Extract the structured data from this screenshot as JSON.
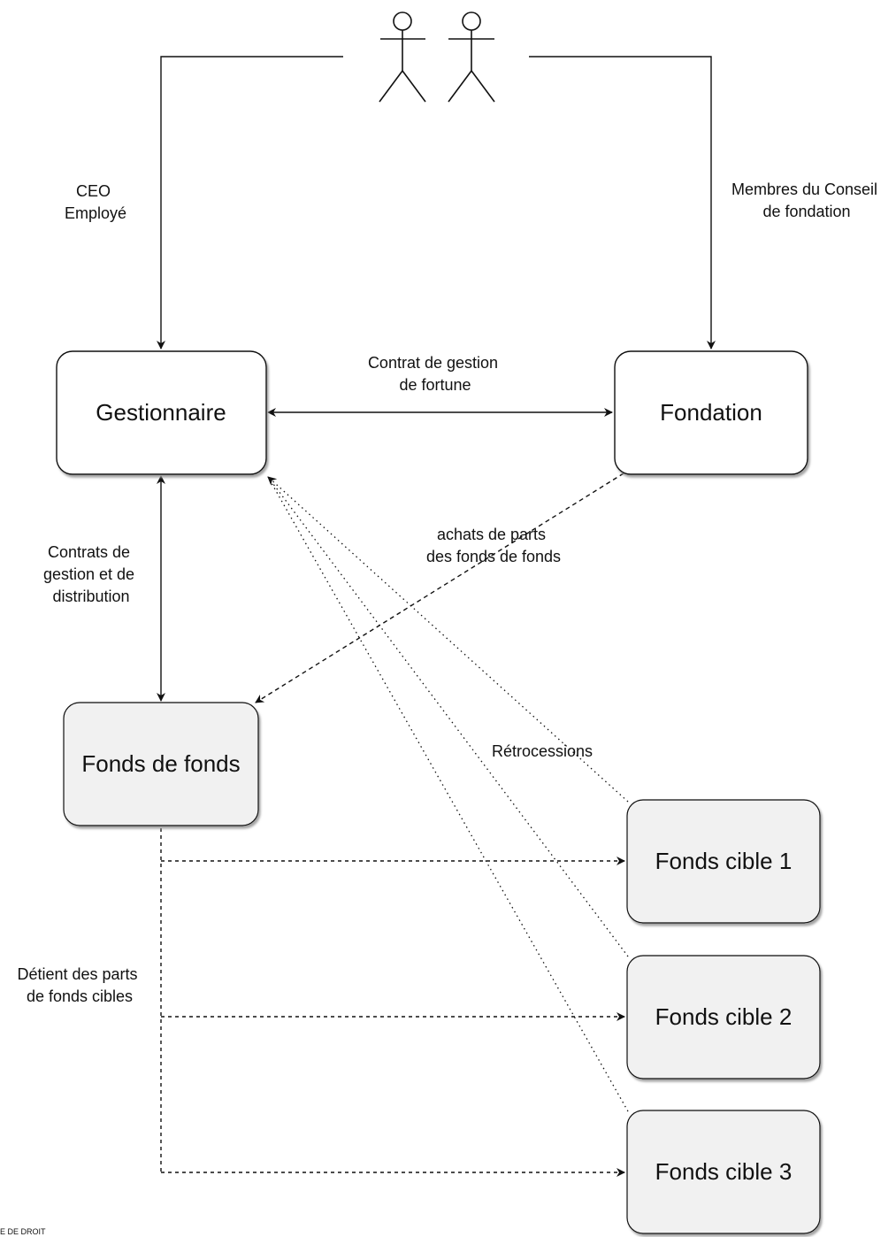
{
  "actors": [
    {
      "name": "actor-1",
      "label": ""
    },
    {
      "name": "actor-2",
      "label": ""
    }
  ],
  "nodes": {
    "gestionnaire": "Gestionnaire",
    "fondation": "Fondation",
    "fonds_de_fonds": "Fonds de fonds",
    "fonds_cible_1": "Fonds cible 1",
    "fonds_cible_2": "Fonds cible 2",
    "fonds_cible_3": "Fonds cible 3"
  },
  "edge_labels": {
    "ceo_employe": [
      "CEO",
      "Employé"
    ],
    "membres_conseil": [
      "Membres du Conseil",
      "de fondation"
    ],
    "contrat_gestion_fortune": [
      "Contrat de gestion",
      "de fortune"
    ],
    "contrats_gestion_distribution": [
      "Contrats de",
      "gestion et de",
      "distribution"
    ],
    "achats_parts": [
      "achats de parts",
      "des fonds de fonds"
    ],
    "retrocessions": "Rétrocessions",
    "detient_parts": [
      "Détient des parts",
      "de fonds cibles"
    ]
  },
  "footer_fragment": "E DE DROIT",
  "colors": {
    "node_fill_top": "#ffffff",
    "node_fill_bottom": "#f1f1f1",
    "stroke": "#111111",
    "shadow": "#9a9a9a"
  }
}
